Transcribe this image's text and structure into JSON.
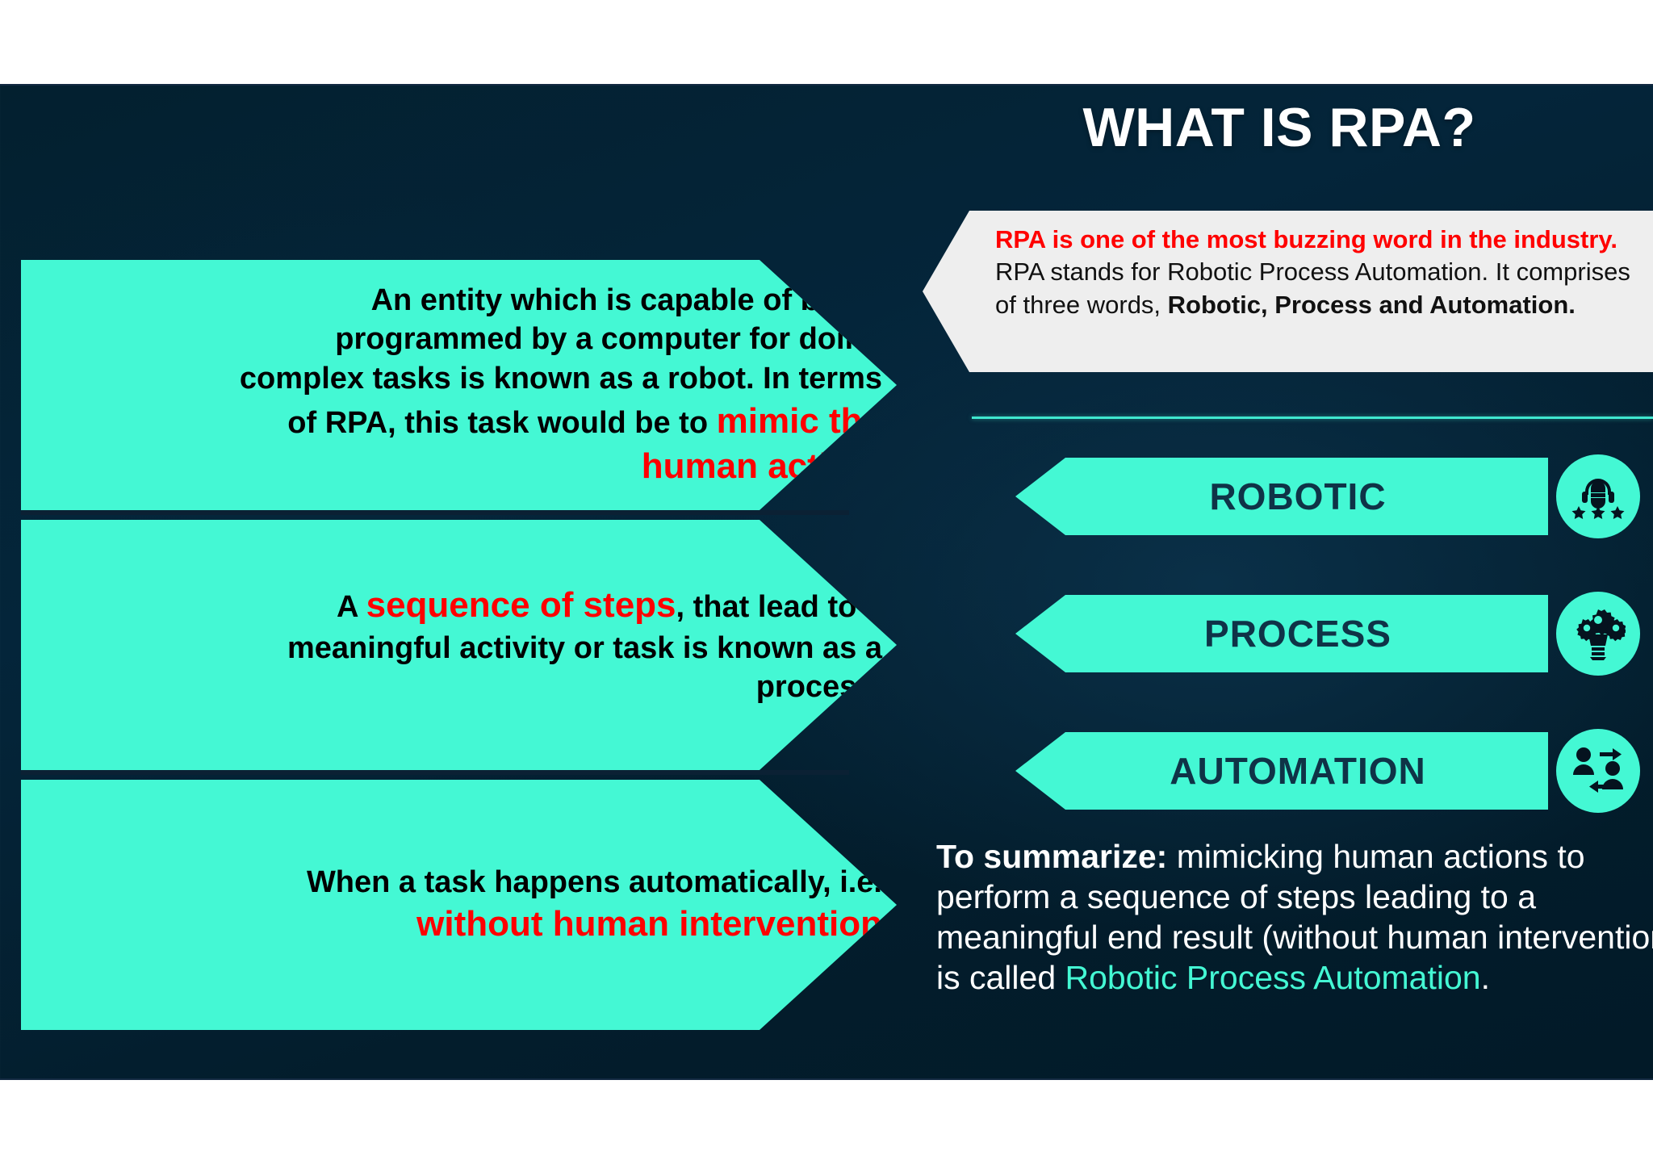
{
  "title": "WHAT IS RPA?",
  "colors": {
    "background_dark": "#03202f",
    "teal": "#44f8d4",
    "red": "#ff0000",
    "callout_bg": "#eeeeee",
    "tag_label": "#0f3347",
    "white": "#ffffff"
  },
  "callout": {
    "highlight": "RPA is one of the most buzzing word in the industry.",
    "body_part1": " RPA stands for Robotic Process Automation. It comprises of three words, ",
    "body_bold": "Robotic, Process and Automation."
  },
  "panels": [
    {
      "id": "robot-definition",
      "text_plain": "An entity which is capable of being programmed by a computer for doing complex tasks is known as a robot. In terms of RPA, this task would be to ",
      "text_red": "mimic the human action."
    },
    {
      "id": "process-definition",
      "lead_plain": "A ",
      "lead_red": "sequence of steps",
      "rest": ", that lead to a meaningful activity or task is known as a process."
    },
    {
      "id": "automation-definition",
      "text_plain": "When a task happens automatically, i.e. ",
      "text_red": "without human intervention"
    }
  ],
  "tags": [
    {
      "label": "ROBOTIC",
      "icon": "headset-agent-stars-icon"
    },
    {
      "label": "PROCESS",
      "icon": "gears-cogs-icon"
    },
    {
      "label": "AUTOMATION",
      "icon": "people-exchange-icon"
    }
  ],
  "summary": {
    "lead": "To summarize:",
    "body": " mimicking human actions to perform a sequence of steps leading to a meaningful end result (without human intervention) is called ",
    "highlight": "Robotic Process Automation",
    "tail": "."
  }
}
